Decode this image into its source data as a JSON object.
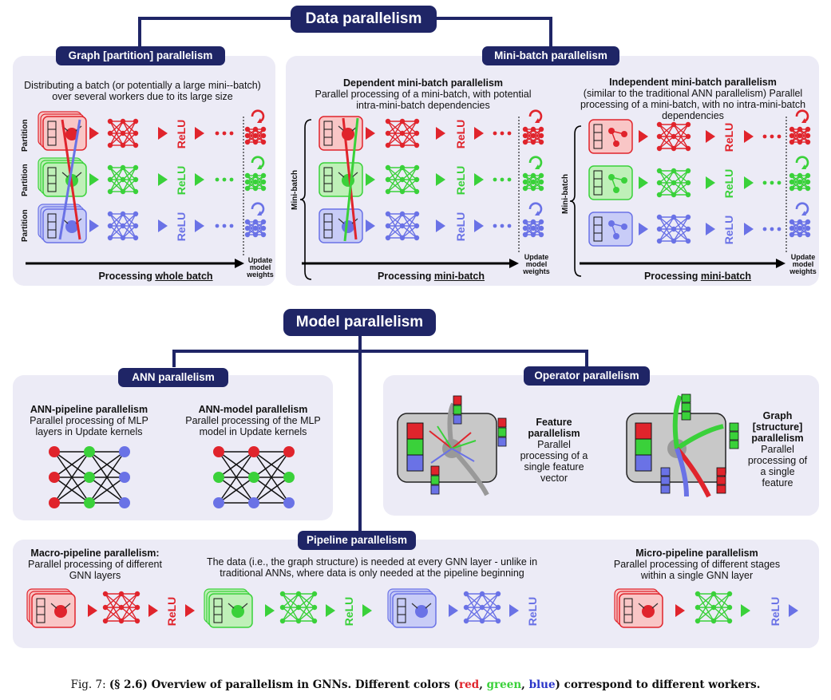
{
  "headers": {
    "data_parallelism": "Data parallelism",
    "model_parallelism": "Model parallelism"
  },
  "graph_par": {
    "title": "Graph [partition] parallelism",
    "desc": "Distributing a batch (or potentially a large mini--batch) over several workers due to its large size",
    "partition": "Partition",
    "processing_prefix": "Processing ",
    "processing_em": "whole batch",
    "update": "Update model weights"
  },
  "minibatch_par": {
    "title": "Mini-batch parallelism",
    "dep_title": "Dependent mini-batch parallelism",
    "dep_desc": "Parallel processing of a mini-batch, with potential intra-mini-batch dependencies",
    "indep_title": "Independent mini-batch parallelism",
    "indep_desc": "(similar to the traditional ANN parallelism) Parallel processing of a mini-batch, with no intra-mini-batch dependencies",
    "minibatch": "Mini-batch",
    "processing_prefix": "Processing ",
    "processing_em": "mini-batch",
    "update": "Update model weights"
  },
  "relu": "ReLU",
  "dots": "• • •",
  "ann_par": {
    "title": "ANN parallelism",
    "pipe_title": "ANN-pipeline parallelism",
    "pipe_desc": "Parallel processing of MLP layers in Update kernels",
    "model_title": "ANN-model parallelism",
    "model_desc": "Parallel processing of the MLP model in Update kernels"
  },
  "operator_par": {
    "title": "Operator parallelism",
    "feat_title": "Feature parallelism",
    "feat_desc": "Parallel processing of a single feature vector",
    "graph_title": "Graph [structure] parallelism",
    "graph_desc": "Parallel processing of a single feature"
  },
  "pipeline_par": {
    "title": "Pipeline parallelism",
    "macro_title": "Macro-pipeline parallelism:",
    "macro_desc": "Parallel processing of different GNN layers",
    "data_note": "The data (i.e., the graph structure) is needed at every GNN layer - unlike in traditional ANNs, where data is only needed at the pipeline beginning",
    "micro_title": "Micro-pipeline parallelism",
    "micro_desc": "Parallel processing of different stages within a single GNN layer"
  },
  "caption": {
    "prefix": "Fig. 7: ",
    "bold1": "(§ 2.6) Overview of parallelism in GNNs. Different colors (",
    "red": "red",
    "comma1": ", ",
    "green": "green",
    "comma2": ", ",
    "blue": "blue",
    "bold2": ") correspond to different workers."
  },
  "colors": {
    "navy": "#1f2566",
    "panel": "#ecebf6",
    "red": "#e0242c",
    "green": "#3ad13a",
    "blue": "#6a72e6"
  }
}
